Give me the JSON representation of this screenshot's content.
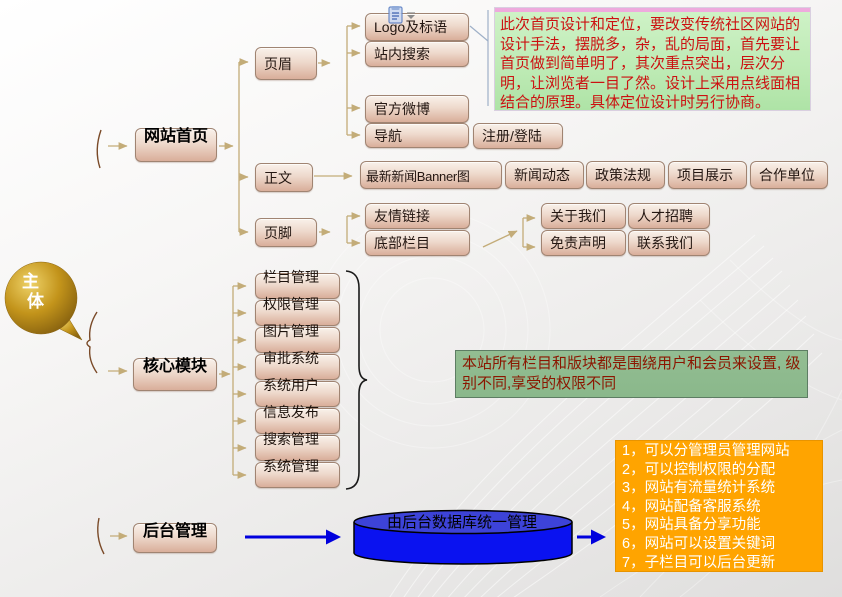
{
  "root_bubble": {
    "char1": "主",
    "char2": "体"
  },
  "main_nodes": [
    {
      "label": "网站首页"
    },
    {
      "label": "核心模块"
    },
    {
      "label": "后台管理"
    }
  ],
  "homepage": {
    "sections": [
      {
        "label": "页眉"
      },
      {
        "label": "正文"
      },
      {
        "label": "页脚"
      }
    ],
    "header_items": [
      {
        "label": "Logo及标语"
      },
      {
        "label": "站内搜索"
      },
      {
        "label": "官方微博"
      },
      {
        "label": "导航"
      }
    ],
    "register_label": "注册/登陆",
    "content_items": [
      {
        "label": "最新新闻Banner图"
      },
      {
        "label": "新闻动态"
      },
      {
        "label": "政策法规"
      },
      {
        "label": "项目展示"
      },
      {
        "label": "合作单位"
      }
    ],
    "footer_items": [
      {
        "label": "友情链接"
      },
      {
        "label": "底部栏目"
      }
    ],
    "footer_links": [
      {
        "label": "关于我们"
      },
      {
        "label": "人才招聘"
      },
      {
        "label": "免责声明"
      },
      {
        "label": "联系我们"
      }
    ]
  },
  "core": {
    "modules": [
      {
        "label": "栏目管理"
      },
      {
        "label": "权限管理"
      },
      {
        "label": "图片管理"
      },
      {
        "label": "审批系统"
      },
      {
        "label": "系统用户"
      },
      {
        "label": "信息发布"
      },
      {
        "label": "搜索管理"
      },
      {
        "label": "系统管理"
      }
    ]
  },
  "backend": {
    "database_label": "由后台数据库统一管理"
  },
  "notes": {
    "design_note": "此次首页设计和定位，要改变传统社区网站的设计手法，摆脱多，杂，乱的局面，首先要让首页做到简单明了，其次重点突出，层次分明，让浏览者一目了然。设计上采用点线面相结合的原理。具体定位设计时另行协商。",
    "permission_note": "本站所有栏目和版块都是围绕用户和会员来设置, 级别不同,享受的权限不同",
    "admin_features": [
      "1，可以分管理员管理网站",
      "2，可以控制权限的分配",
      "3，网站有流量统计系统",
      "4，网站配备客服系统",
      "5，网站具备分享功能",
      "6，网站可以设置关键词",
      "7，子栏目可以后台更新"
    ]
  },
  "icons": {
    "paste_options": "paste-options-smart-tag"
  },
  "colors": {
    "node_fill_top": "#f9f1ea",
    "node_fill_bottom": "#d9ae9a",
    "connector_tan": "#c3ac78",
    "arrow_blue": "#0000dd",
    "db_cylinder_blue": "#0a12f0",
    "feature_orange": "#ffa400",
    "design_note_green": "#bfeab8",
    "note_text_red": "#cc1111",
    "permission_note_green": "#8ab88b",
    "bubble_gold": "#b8860b"
  }
}
